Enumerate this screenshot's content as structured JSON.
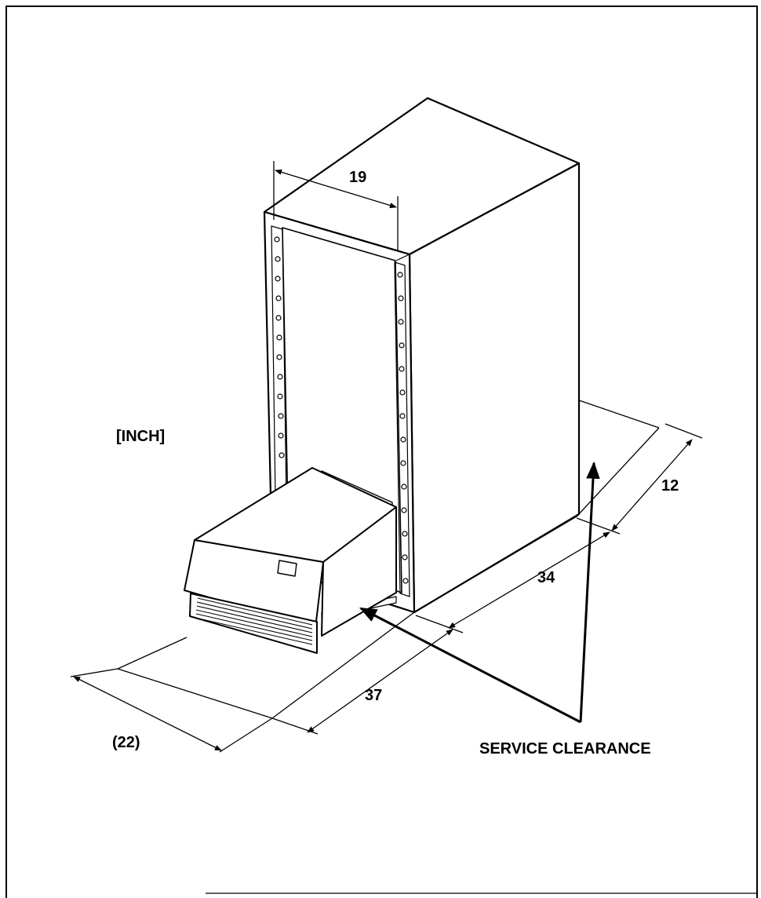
{
  "labels": {
    "width": "19",
    "unit": "[INCH]",
    "rear_clearance": "12",
    "depth": "34",
    "front_clearance": "37",
    "unit_depth": "(22)",
    "service_clearance": "SERVICE CLEARANCE"
  },
  "colors": {
    "line": "#000000",
    "background": "#ffffff"
  }
}
